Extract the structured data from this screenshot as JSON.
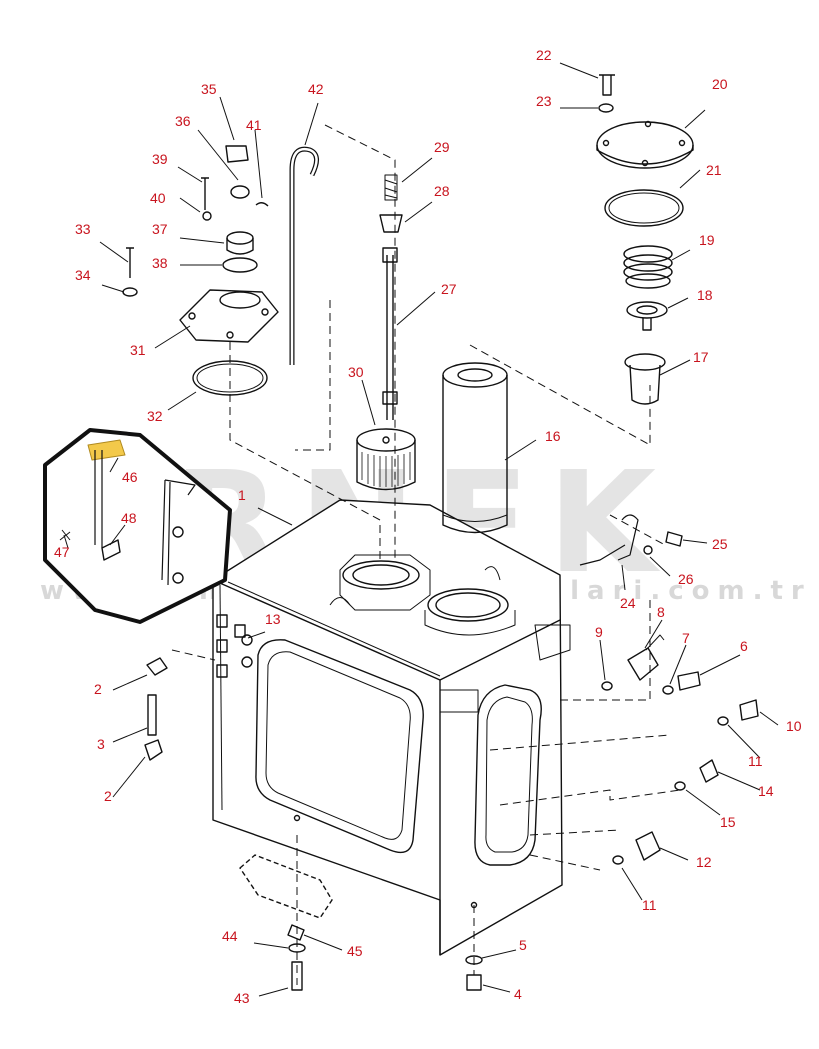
{
  "watermark": {
    "main": "ORNEK",
    "url": "www.ornekimakinaparcalari.com.tr"
  },
  "colors": {
    "callout": "#c8141e",
    "line": "#111111",
    "watermark": "#cfcfcf",
    "highlight": "#f3c94a"
  },
  "callouts": [
    {
      "id": "c1",
      "label": "1"
    },
    {
      "id": "c2a",
      "label": "2"
    },
    {
      "id": "c2b",
      "label": "2"
    },
    {
      "id": "c3",
      "label": "3"
    },
    {
      "id": "c4",
      "label": "4"
    },
    {
      "id": "c5",
      "label": "5"
    },
    {
      "id": "c6",
      "label": "6"
    },
    {
      "id": "c7",
      "label": "7"
    },
    {
      "id": "c8",
      "label": "8"
    },
    {
      "id": "c9",
      "label": "9"
    },
    {
      "id": "c10",
      "label": "10"
    },
    {
      "id": "c11a",
      "label": "11"
    },
    {
      "id": "c11b",
      "label": "11"
    },
    {
      "id": "c12",
      "label": "12"
    },
    {
      "id": "c13",
      "label": "13"
    },
    {
      "id": "c14",
      "label": "14"
    },
    {
      "id": "c15",
      "label": "15"
    },
    {
      "id": "c16",
      "label": "16"
    },
    {
      "id": "c17",
      "label": "17"
    },
    {
      "id": "c18",
      "label": "18"
    },
    {
      "id": "c19",
      "label": "19"
    },
    {
      "id": "c20",
      "label": "20"
    },
    {
      "id": "c21",
      "label": "21"
    },
    {
      "id": "c22",
      "label": "22"
    },
    {
      "id": "c23",
      "label": "23"
    },
    {
      "id": "c24",
      "label": "24"
    },
    {
      "id": "c25",
      "label": "25"
    },
    {
      "id": "c26",
      "label": "26"
    },
    {
      "id": "c27",
      "label": "27"
    },
    {
      "id": "c28",
      "label": "28"
    },
    {
      "id": "c29",
      "label": "29"
    },
    {
      "id": "c30",
      "label": "30"
    },
    {
      "id": "c31",
      "label": "31"
    },
    {
      "id": "c32",
      "label": "32"
    },
    {
      "id": "c33",
      "label": "33"
    },
    {
      "id": "c34",
      "label": "34"
    },
    {
      "id": "c35",
      "label": "35"
    },
    {
      "id": "c36",
      "label": "36"
    },
    {
      "id": "c37",
      "label": "37"
    },
    {
      "id": "c38",
      "label": "38"
    },
    {
      "id": "c39",
      "label": "39"
    },
    {
      "id": "c40",
      "label": "40"
    },
    {
      "id": "c41",
      "label": "41"
    },
    {
      "id": "c42",
      "label": "42"
    },
    {
      "id": "c43",
      "label": "43"
    },
    {
      "id": "c44",
      "label": "44"
    },
    {
      "id": "c45",
      "label": "45"
    },
    {
      "id": "c46",
      "label": "46"
    },
    {
      "id": "c47",
      "label": "47"
    },
    {
      "id": "c48",
      "label": "48"
    }
  ]
}
